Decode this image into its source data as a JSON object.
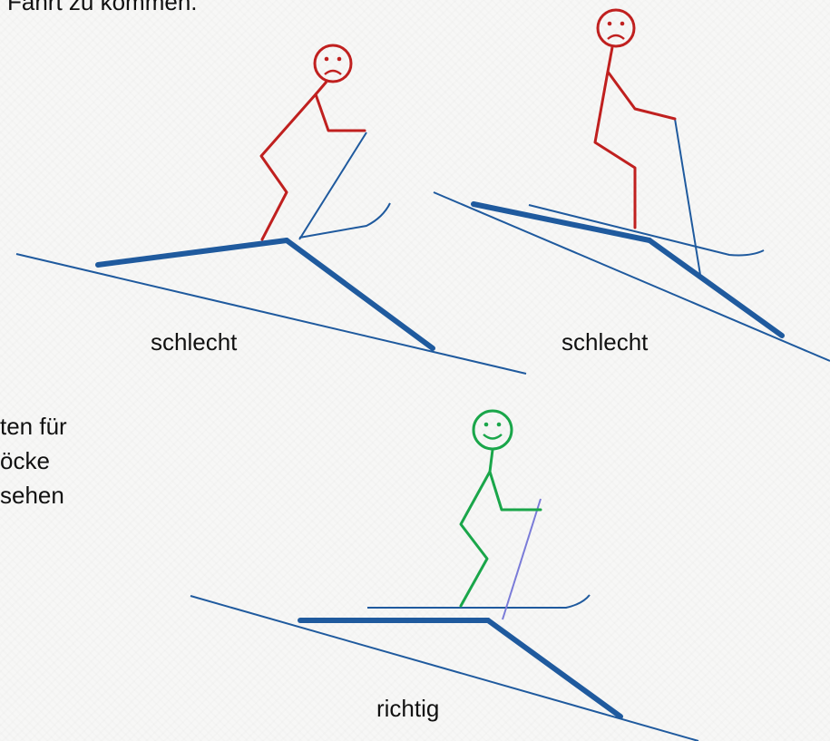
{
  "slide": {
    "top_text": "Fahrt zu kommen.",
    "side_text": [
      "ten für",
      "öcke",
      "sehen"
    ]
  },
  "figures": [
    {
      "label": "schlecht",
      "face": "sad",
      "color": "#c0201f"
    },
    {
      "label": "schlecht",
      "face": "sad",
      "color": "#c0201f"
    },
    {
      "label": "richtig",
      "face": "happy",
      "color": "#1aa64a"
    }
  ],
  "colors": {
    "slope": "#1f5a9e",
    "ski": "#1f5a9e",
    "pole_bad": "#1f5a9e",
    "pole_good": "#7a7bd8"
  }
}
